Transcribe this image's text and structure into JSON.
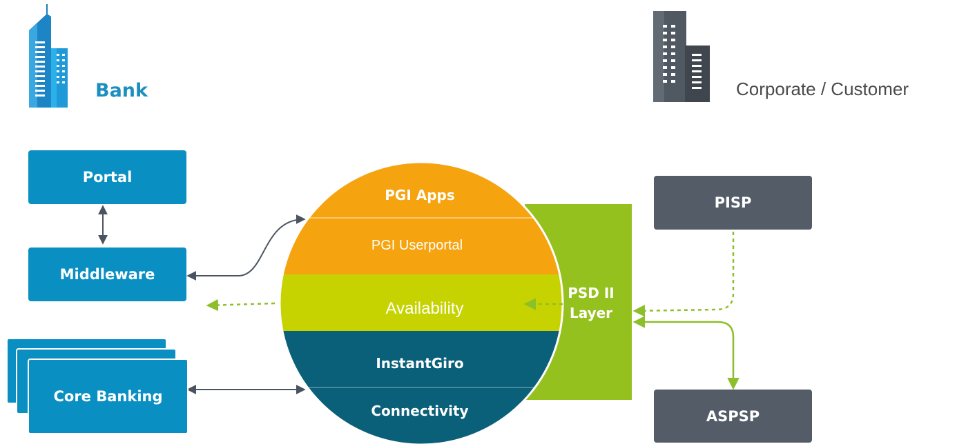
{
  "bank": {
    "label": "Bank"
  },
  "corporate": {
    "label": "Corporate / Customer"
  },
  "left_boxes": {
    "portal": "Portal",
    "middleware": "Middleware",
    "core_banking": "Core Banking"
  },
  "right_boxes": {
    "pisp": "PISP",
    "aspsp": "ASPSP"
  },
  "psd_layer": {
    "line1": "PSD II",
    "line2": "Layer"
  },
  "circle_segments": {
    "pgi_apps": "PGI Apps",
    "pgi_userportal": "PGI Userportal",
    "availability": "Availability",
    "instantgiro": "InstantGiro",
    "connectivity": "Connectivity"
  },
  "colors": {
    "blue_box": "#0a8fc2",
    "slate_box": "#535c67",
    "orange": "#f5a30f",
    "lime": "#c6d300",
    "teal_dark": "#0a5f79",
    "psd_green": "#95c11f",
    "dotted_green": "#8dbf2b",
    "arrow_gray": "#4a5460"
  }
}
